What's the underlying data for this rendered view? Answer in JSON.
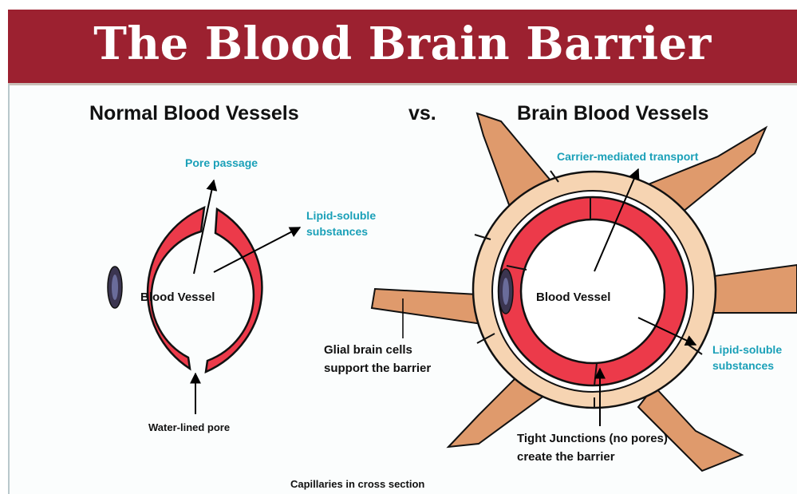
{
  "title": "The Blood Brain Barrier",
  "headings": {
    "left": "Normal Blood Vessels",
    "vs": "vs.",
    "right": "Brain Blood Vessels"
  },
  "left_diagram": {
    "center_label": "Blood Vessel",
    "pore_passage": "Pore passage",
    "lipid_line1": "Lipid-soluble",
    "lipid_line2": "substances",
    "water_pore": "Water-lined pore"
  },
  "right_diagram": {
    "carrier": "Carrier-mediated transport",
    "center_label": "Blood Vessel",
    "lipid_line1": "Lipid-soluble",
    "lipid_line2": "substances",
    "glial_line1": "Glial brain cells",
    "glial_line2": "support the barrier",
    "tight_line1": "Tight Junctions (no pores)",
    "tight_line2": "create the barrier"
  },
  "caption": "Capillaries in cross section",
  "colors": {
    "banner": "#9c2130",
    "vessel_red": "#ec3a4a",
    "glia_orange": "#df9a6c",
    "glia_light": "#f6d4b2",
    "label_cyan": "#1aa0b8",
    "nucleus": "#3b3550"
  }
}
